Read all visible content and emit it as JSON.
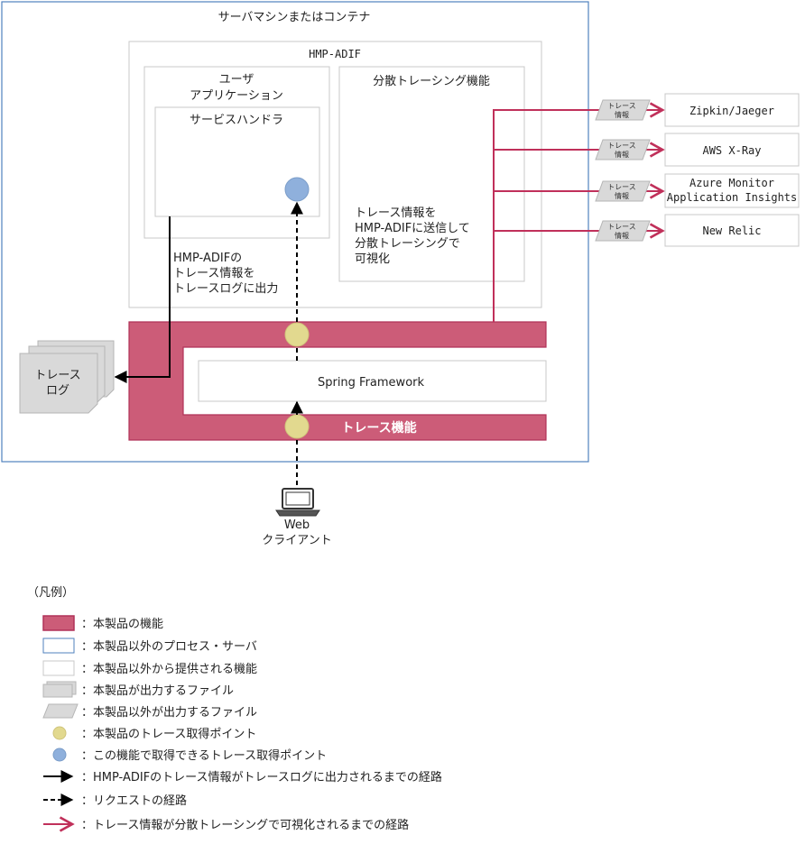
{
  "container": {
    "title": "サーバマシンまたはコンテナ"
  },
  "hmp_adif": {
    "title": "HMP-ADIF"
  },
  "user_app": {
    "title_line1": "ユーザ",
    "title_line2": "アプリケーション"
  },
  "service_handler": {
    "title": "サービスハンドラ"
  },
  "distributed_tracing": {
    "title": "分散トレーシング機能",
    "desc_line1": "トレース情報を",
    "desc_line2": "HMP-ADIFに送信して",
    "desc_line3": "分散トレーシングで",
    "desc_line4": "可視化"
  },
  "log_output_note": {
    "line1": "HMP-ADIFの",
    "line2": "トレース情報を",
    "line3": "トレースログに出力"
  },
  "spring": {
    "label": "Spring Framework"
  },
  "trace_function": {
    "label": "トレース機能"
  },
  "trace_log": {
    "line1": "トレース",
    "line2": "ログ"
  },
  "client": {
    "line1": "Web",
    "line2": "クライアント"
  },
  "trace_info_tag": {
    "line1": "トレース",
    "line2": "情報"
  },
  "backends": [
    {
      "line1": "Zipkin/Jaeger",
      "line2": ""
    },
    {
      "line1": "AWS X-Ray",
      "line2": ""
    },
    {
      "line1": "Azure Monitor",
      "line2": "Application Insights"
    },
    {
      "line1": "New Relic",
      "line2": ""
    }
  ],
  "legend": {
    "title": "（凡例）",
    "items": [
      {
        "text": "：本製品の機能"
      },
      {
        "text": "：本製品以外のプロセス・サーバ"
      },
      {
        "text": "：本製品以外から提供される機能"
      },
      {
        "text": "：本製品が出力するファイル"
      },
      {
        "text": "：本製品以外が出力するファイル"
      },
      {
        "text": "：本製品のトレース取得ポイント"
      },
      {
        "text": "：この機能で取得できるトレース取得ポイント"
      },
      {
        "text": "：HMP-ADIFのトレース情報がトレースログに出力されるまでの経路"
      },
      {
        "text": "：リクエストの経路"
      },
      {
        "text": "：トレース情報が分散トレーシングで可視化されるまでの経路"
      }
    ]
  },
  "colors": {
    "product": "#cc5c78",
    "product_border": "#b03258",
    "container_border": "#4f81bd",
    "box_border": "#c8c8c8",
    "file_fill": "#d9d9d9",
    "trace_point": "#e2d98f",
    "service_point": "#8fb0dc",
    "viz_path": "#c0305a"
  }
}
